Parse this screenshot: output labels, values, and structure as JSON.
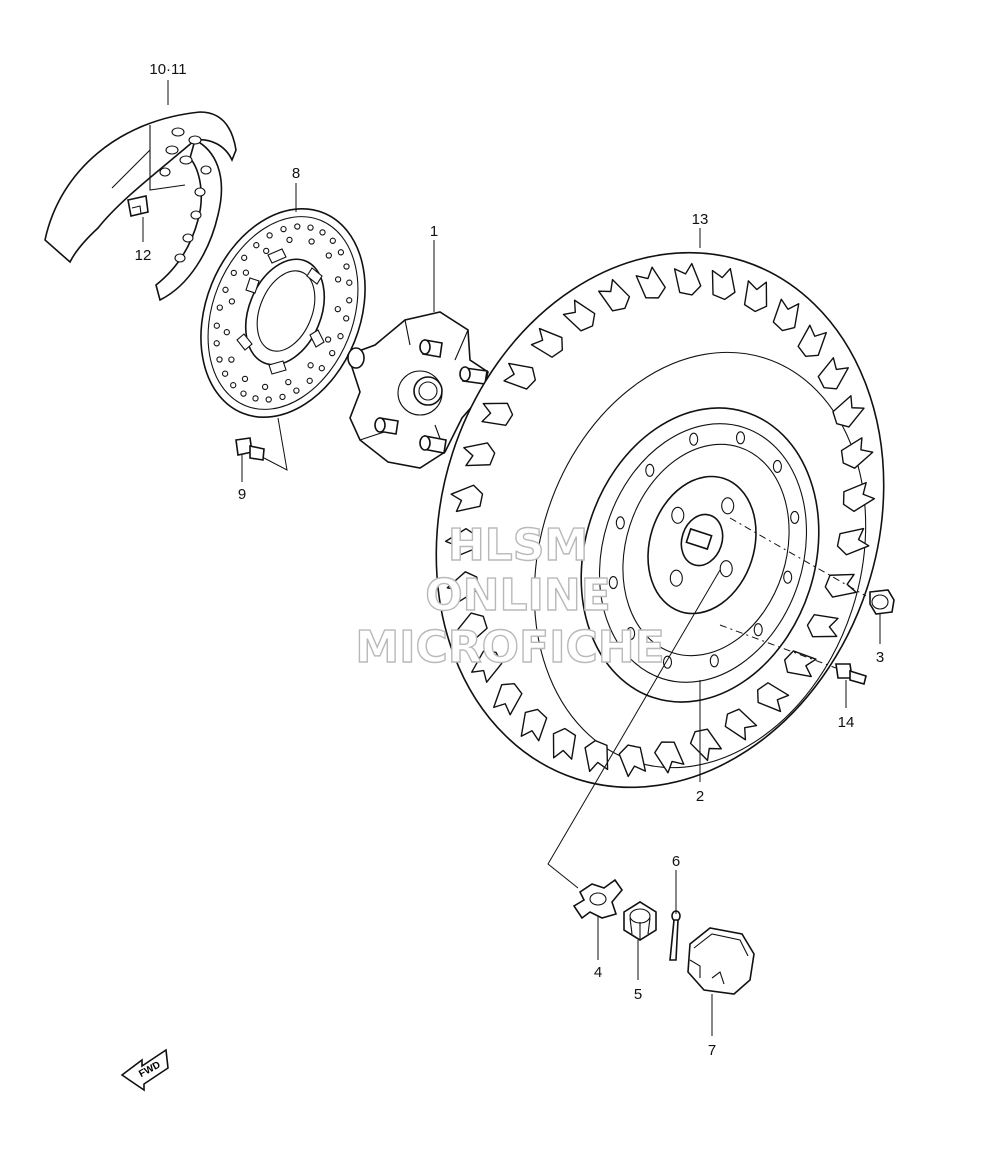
{
  "callouts": {
    "c1011": "10·11",
    "c8": "8",
    "c1": "1",
    "c13": "13",
    "c12": "12",
    "c9": "9",
    "c3": "3",
    "c14": "14",
    "c2": "2",
    "c6": "6",
    "c4": "4",
    "c5": "5",
    "c7": "7"
  },
  "watermark": {
    "line1": "HLSM",
    "line2": "ONLINE",
    "line3": "MICROFICHE"
  },
  "fwd_label": "FWD",
  "colors": {
    "line": "#111111",
    "background": "#ffffff",
    "watermark_stroke": "#b9b9b9"
  }
}
